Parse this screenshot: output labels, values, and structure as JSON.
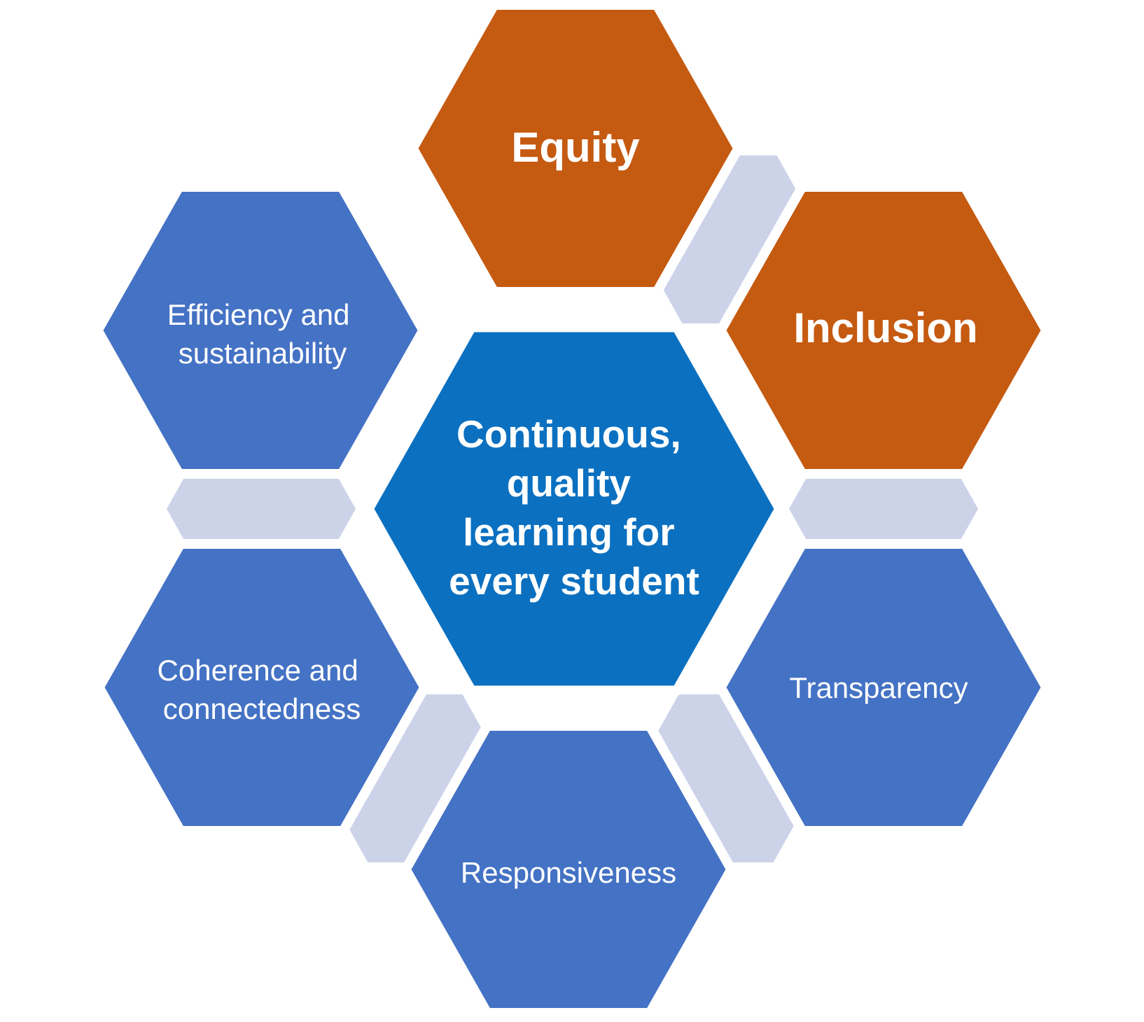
{
  "diagram": {
    "type": "hexagon-cluster",
    "background": "#FFFFFF",
    "colors": {
      "orange": "#C55A11",
      "ring_blue": "#4472C4",
      "center_blue": "#0B70C0",
      "connector": "#CCD3E9",
      "label": "#FFFFFF"
    },
    "nodes": {
      "center": {
        "lines": [
          "Continuous,",
          "quality",
          "learning for",
          "every student"
        ]
      },
      "equity": {
        "label": "Equity"
      },
      "inclusion": {
        "label": "Inclusion"
      },
      "transparency": {
        "label": "Transparency"
      },
      "responsiveness": {
        "label": "Responsiveness"
      },
      "coherence": {
        "lines": [
          "Coherence and",
          "connectedness"
        ]
      },
      "efficiency": {
        "lines": [
          "Efficiency and",
          "sustainability"
        ]
      }
    },
    "connections": [
      [
        "equity",
        "inclusion"
      ],
      [
        "inclusion",
        "transparency"
      ],
      [
        "transparency",
        "responsiveness"
      ],
      [
        "responsiveness",
        "coherence"
      ],
      [
        "coherence",
        "efficiency"
      ]
    ]
  }
}
